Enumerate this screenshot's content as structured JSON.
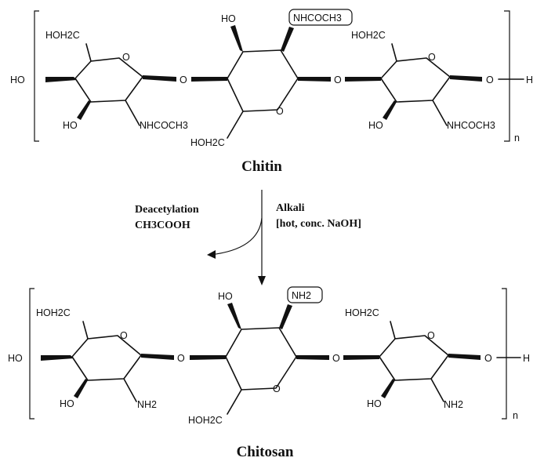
{
  "chitin": {
    "name": "Chitin",
    "repeat_subscript": "n",
    "unit1": {
      "ho_c6": "HOH2C",
      "ho_c4": "HO",
      "ho_c3": "HO",
      "ring_o": "O",
      "acetamido": "NHCOCH3",
      "link_o": "O"
    },
    "unit2": {
      "ho_c3": "HO",
      "acetamido_boxed": "NHCOCH3",
      "ring_o": "O",
      "ho_c6": "HOH2C"
    },
    "unit3": {
      "ho_c6": "HOH2C",
      "ring_o": "O",
      "link_o_left": "O",
      "ho_c3": "HO",
      "acetamido": "NHCOCH3",
      "end_o": "O",
      "end_h": "H"
    }
  },
  "reaction": {
    "left_line1": "Deacetylation",
    "left_line2": "CH3COOH",
    "right_line1": "Alkali",
    "right_line2": "[hot, conc. NaOH]"
  },
  "chitosan": {
    "name": "Chitosan",
    "repeat_subscript": "n",
    "unit1": {
      "ho_c6": "HOH2C",
      "ho_c4": "HO",
      "ho_c3": "HO",
      "ring_o": "O",
      "amino": "NH2",
      "link_o": "O"
    },
    "unit2": {
      "ho_c3": "HO",
      "amino_boxed": "NH2",
      "ring_o": "O",
      "ho_c6": "HOH2C"
    },
    "unit3": {
      "ho_c6": "HOH2C",
      "ring_o": "O",
      "link_o_left": "O",
      "ho_c3": "HO",
      "amino": "NH2",
      "end_o": "O",
      "end_h": "H"
    }
  }
}
